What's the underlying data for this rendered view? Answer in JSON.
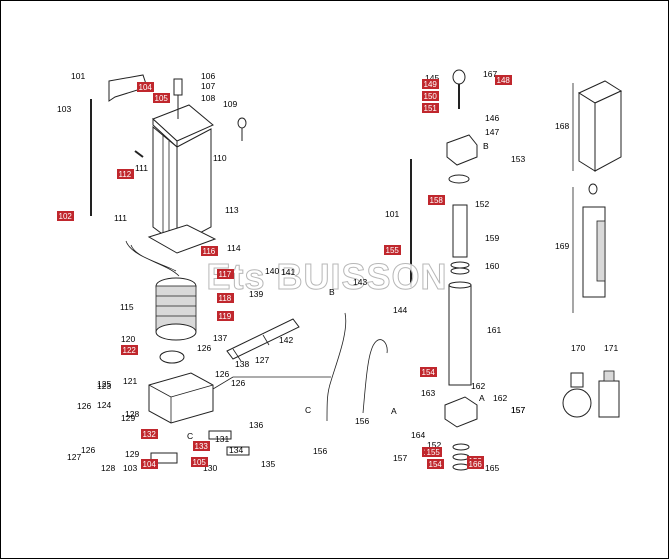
{
  "watermark": "Ets BUISSON",
  "labels": [
    "101",
    "103",
    "106",
    "107",
    "108",
    "109",
    "110",
    "111",
    "113",
    "114",
    "111",
    "115",
    "120",
    "121",
    "123",
    "124",
    "125",
    "126",
    "126",
    "126",
    "127",
    "127",
    "128",
    "128",
    "129",
    "130",
    "131",
    "134",
    "135",
    "136",
    "137",
    "138",
    "139",
    "140",
    "141",
    "142",
    "143",
    "144",
    "145",
    "146",
    "147",
    "152",
    "153",
    "156",
    "157",
    "101",
    "103",
    "B",
    "A",
    "C",
    "A",
    "B",
    "C",
    "160",
    "161",
    "162",
    "162",
    "163",
    "164",
    "165",
    "157",
    "159",
    "156",
    "157",
    "152",
    "167",
    "168",
    "169",
    "170",
    "171",
    "126",
    "126",
    "129"
  ],
  "highlighted": [
    "104",
    "105",
    "102",
    "112",
    "116",
    "117",
    "118",
    "119",
    "122",
    "132",
    "133",
    "104",
    "105",
    "148",
    "149",
    "150",
    "151",
    "158",
    "155",
    "154",
    "166",
    "153",
    "154",
    "155",
    "166"
  ]
}
